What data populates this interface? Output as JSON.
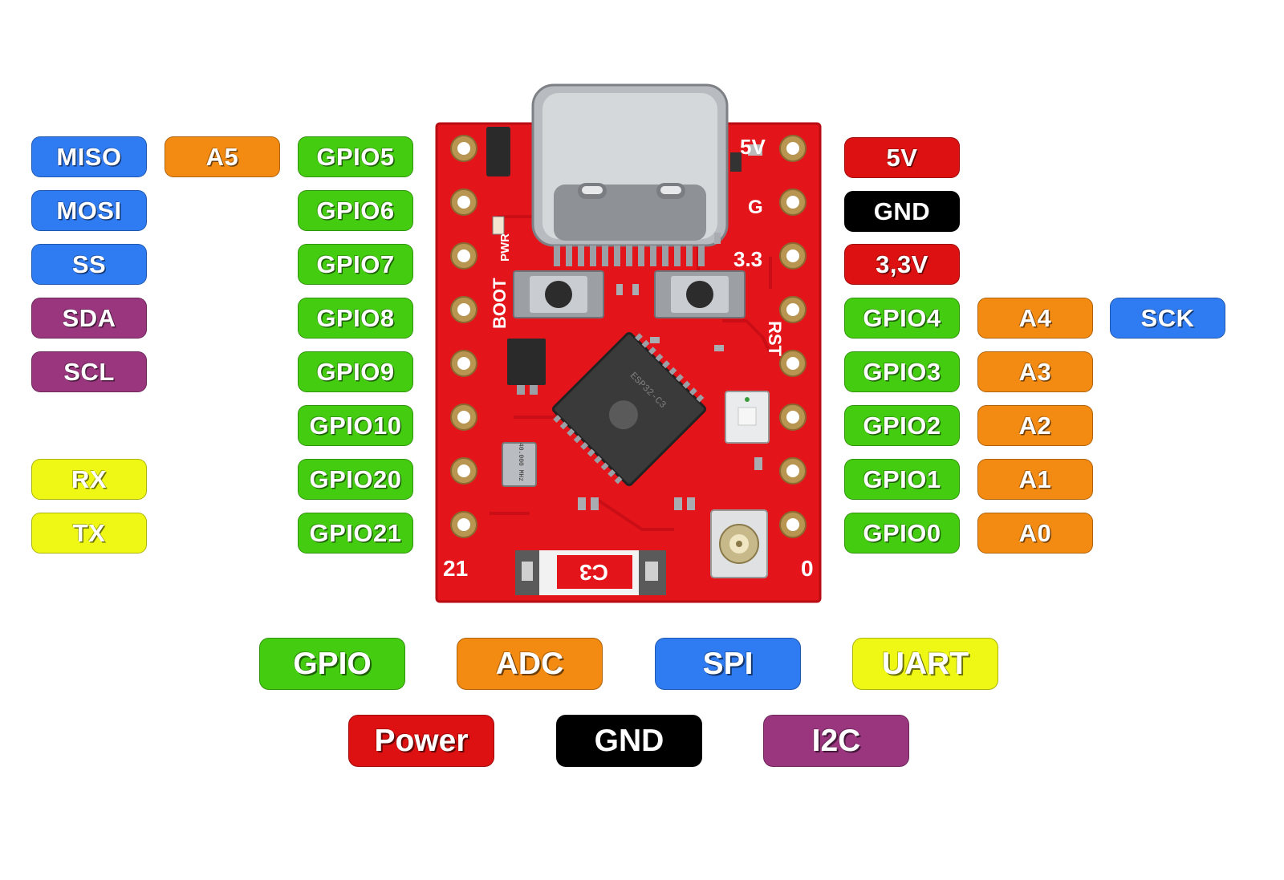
{
  "colors": {
    "gpio": "#44cc11",
    "adc": "#f38a12",
    "spi": "#2f7bf2",
    "uart": "#eef814",
    "power": "#dd1111",
    "gnd": "#000000",
    "i2c": "#99367e",
    "pcb": "#e4141b"
  },
  "left_pins": {
    "col1": [
      "MISO",
      "MOSI",
      "SS",
      "SDA",
      "SCL",
      "RX",
      "TX"
    ],
    "col2": [
      "A5"
    ],
    "col3": [
      "GPIO5",
      "GPIO6",
      "GPIO7",
      "GPIO8",
      "GPIO9",
      "GPIO10",
      "GPIO20",
      "GPIO21"
    ]
  },
  "right_pins": {
    "col1": [
      "5V",
      "GND",
      "3,3V",
      "GPIO4",
      "GPIO3",
      "GPIO2",
      "GPIO1",
      "GPIO0"
    ],
    "col2": [
      "A4",
      "A3",
      "A2",
      "A1",
      "A0"
    ],
    "col3": [
      "SCK"
    ]
  },
  "legend": {
    "row1": [
      "GPIO",
      "ADC",
      "SPI",
      "UART"
    ],
    "row2": [
      "Power",
      "GND",
      "I2C"
    ]
  },
  "board_silkscreen": {
    "pin_5v": "5V",
    "pin_g": "G",
    "pin_33": "3.3",
    "rst": "RST",
    "boot": "BOOT",
    "pwr": "PWR",
    "pin_21": "21",
    "pin_0": "0",
    "c3": "C3",
    "chip_text": "ESP32-C3",
    "crystal": "40.000 MHz"
  }
}
